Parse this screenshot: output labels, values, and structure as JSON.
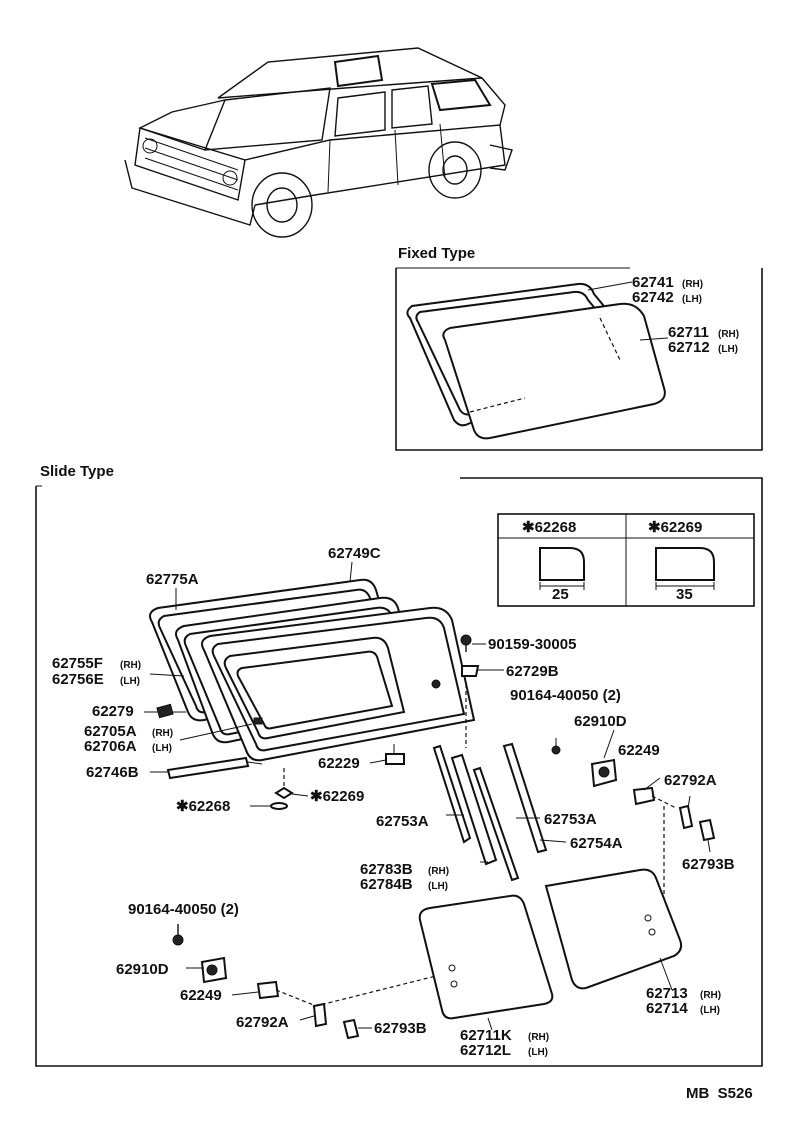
{
  "sections": {
    "fixed_title": "Fixed Type",
    "slide_title": "Slide Type"
  },
  "fixed_parts": [
    {
      "code": "62741",
      "side": "(RH)"
    },
    {
      "code": "62742",
      "side": "(LH)"
    },
    {
      "code": "62711",
      "side": "(RH)"
    },
    {
      "code": "62712",
      "side": "(LH)"
    }
  ],
  "spec_table": {
    "col1": {
      "label": "✱62268",
      "dimension": "25"
    },
    "col2": {
      "label": "✱62269",
      "dimension": "35"
    }
  },
  "slide_parts": {
    "p62749c": "62749C",
    "p62775a": "62775A",
    "p62755f": "62755F",
    "p62756e": "62756E",
    "p62279": "62279",
    "p62705a": "62705A",
    "p62706a": "62706A",
    "p62746b": "62746B",
    "p62229": "62229",
    "p62268": "✱62268",
    "p62269": "✱62269",
    "p90159": "90159-30005",
    "p62729b": "62729B",
    "p90164_r": "90164-40050 (2)",
    "p62910d_r": "62910D",
    "p62249_r": "62249",
    "p62792a_r": "62792A",
    "p62793b_r": "62793B",
    "p62753a_l": "62753A",
    "p62753a_r": "62753A",
    "p62754a": "62754A",
    "p62783b": "62783B",
    "p62784b": "62784B",
    "p90164_l": "90164-40050 (2)",
    "p62910d_l": "62910D",
    "p62249_l": "62249",
    "p62792a_l": "62792A",
    "p62793b_l": "62793B",
    "p62711k": "62711K",
    "p62712l": "62712L",
    "p62713": "62713",
    "p62714": "62714"
  },
  "suffix": {
    "rh": "(RH)",
    "lh": "(LH)"
  },
  "footer_code": "MB  S526"
}
